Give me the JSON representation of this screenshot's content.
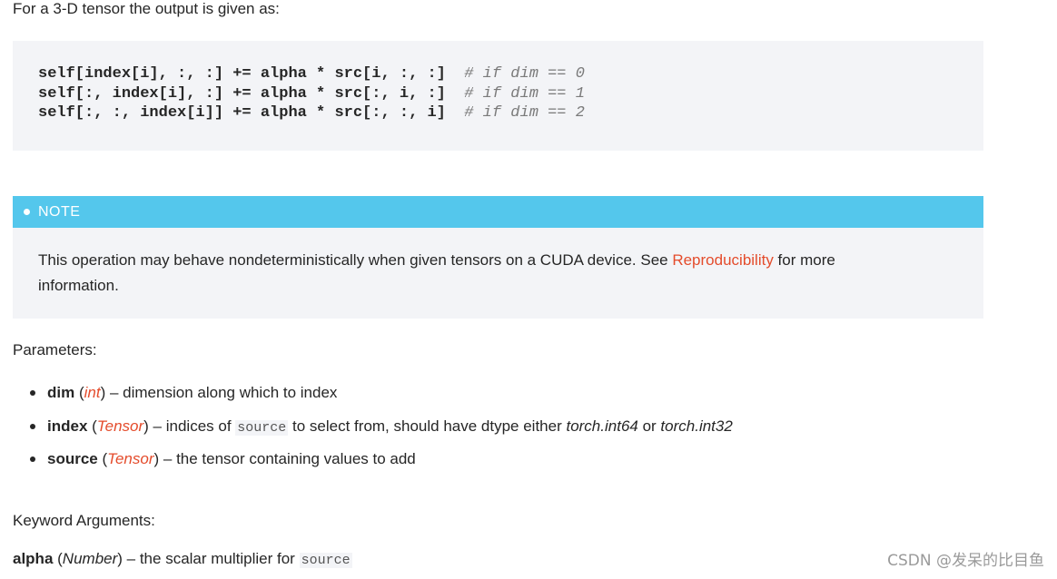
{
  "intro": "For a 3-D tensor the output is given as:",
  "code": {
    "lines": [
      {
        "code": "self[index[i], :, :] += alpha * src[i, :, :]",
        "comment": "# if dim == 0"
      },
      {
        "code": "self[:, index[i], :] += alpha * src[:, i, :]",
        "comment": "# if dim == 1"
      },
      {
        "code": "self[:, :, index[i]] += alpha * src[:, :, i]",
        "comment": "# if dim == 2"
      }
    ]
  },
  "note": {
    "label": "NOTE",
    "text_before": "This operation may behave nondeterministically when given tensors on a CUDA device. See ",
    "link": "Reproducibility",
    "text_after": " for more information."
  },
  "parameters": {
    "heading": "Parameters:",
    "items": [
      {
        "name": "dim",
        "type": "int",
        "desc_a": " – dimension along which to index"
      },
      {
        "name": "index",
        "type": "Tensor",
        "desc_a": " – indices of ",
        "code": "source",
        "desc_b": " to select from, should have dtype either ",
        "em1": "torch.int64",
        "desc_c": " or ",
        "em2": "torch.int32"
      },
      {
        "name": "source",
        "type": "Tensor",
        "desc_a": " – the tensor containing values to add"
      }
    ]
  },
  "keyword": {
    "heading": "Keyword Arguments:",
    "name": "alpha",
    "type": "Number",
    "desc": " – the scalar multiplier for ",
    "code": "source"
  },
  "watermark": "CSDN @发呆的比目鱼",
  "colors": {
    "note_header": "#54c7ec",
    "link": "#e44c2c",
    "code_bg": "#f3f4f7"
  }
}
